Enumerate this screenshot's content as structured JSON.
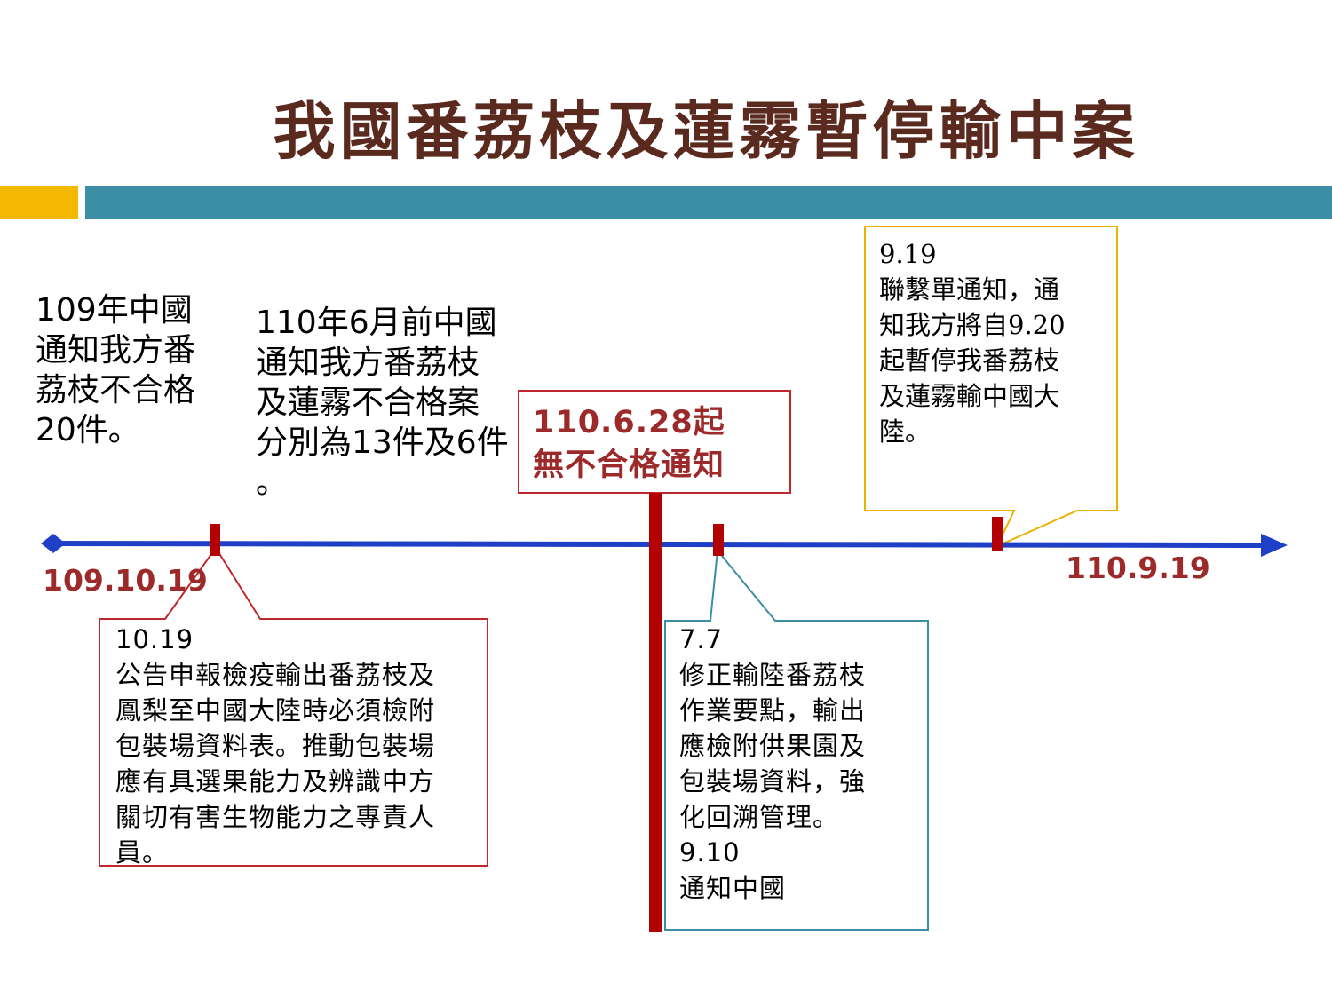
{
  "title": "我國番荔枝及蓮霧暫停輸中案",
  "colors": {
    "title": "#5a2a1f",
    "accent_yellow": "#f5b800",
    "accent_teal": "#3b8ea5",
    "timeline_blue": "#1f3fc7",
    "marker_red": "#b30000",
    "date_red": "#9c2a2a",
    "callout_red": "#c0272d",
    "callout_teal": "#3b8ea5",
    "callout_yellow": "#e8b400"
  },
  "notes": {
    "n1": "109年中國\n通知我方番\n荔枝不合格\n20件。",
    "n2": "110年6月前中國\n通知我方番荔枝\n及蓮霧不合格案\n分別為13件及6件\n。"
  },
  "timeline": {
    "start_label": "109.10.19",
    "end_label": "110.9.19"
  },
  "highlight": {
    "text": "110.6.28起\n無不合格通知"
  },
  "callouts": {
    "c1019": "10.19\n公告申報檢疫輸出番荔枝及\n鳳梨至中國大陸時必須檢附\n包裝場資料表。推動包裝場\n應有具選果能力及辨識中方\n關切有害生物能力之專責人\n員。",
    "c77": "7.7\n修正輸陸番荔枝\n作業要點，輸出\n應檢附供果園及\n包裝場資料，強\n化回溯管理。\n9.10\n通知中國",
    "c919": "9.19\n聯繫單通知，通\n知我方將自9.20\n起暫停我番荔枝\n及蓮霧輸中國大\n陸。"
  }
}
